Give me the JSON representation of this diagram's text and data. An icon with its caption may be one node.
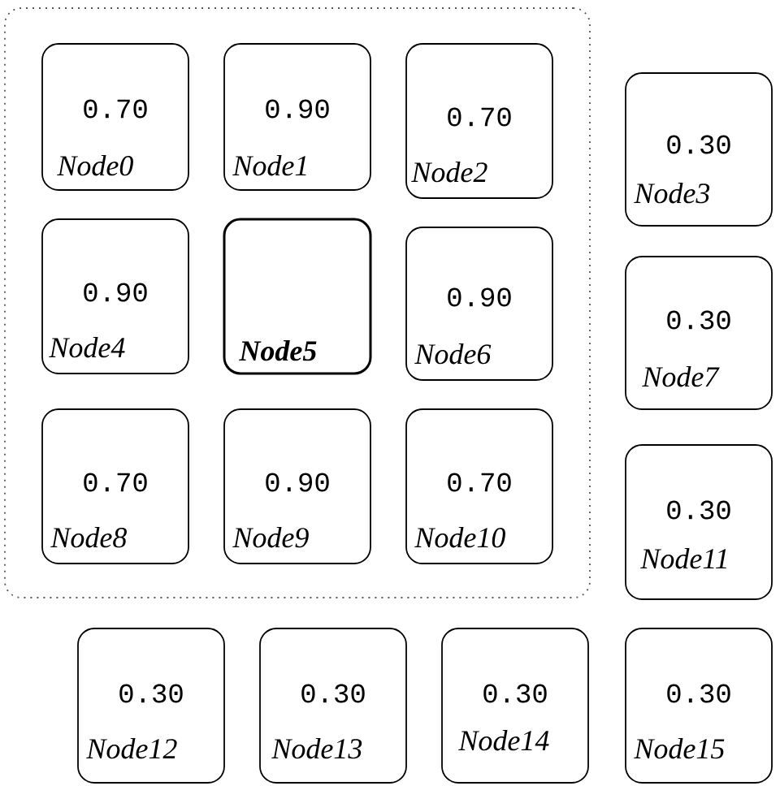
{
  "diagram": {
    "nodes": [
      {
        "text": [],
        "shape": "box"
      },
      {
        "text": [
          "0.70",
          "Node0"
        ],
        "in": 0
      },
      {
        "text": [
          "0.90",
          "Node1"
        ],
        "in": 0
      },
      {
        "text": [
          "0.70",
          "Node2"
        ],
        "in": 0
      },
      {
        "text": [
          "0.30",
          "Node3"
        ]
      },
      {
        "text": [
          "0.90",
          "Node4"
        ],
        "in": 0
      },
      {
        "text": [
          "Node5"
        ],
        "in": 0
      },
      {
        "text": [
          "0.90",
          "Node6"
        ],
        "in": 0
      },
      {
        "text": [
          "0.30",
          "Node7"
        ]
      },
      {
        "text": [
          "0.70",
          "Node8"
        ],
        "in": 0
      },
      {
        "text": [
          "0.90",
          "Node9"
        ],
        "in": 0
      },
      {
        "text": [
          "0.70",
          "Node10"
        ],
        "in": 0
      },
      {
        "text": [
          "0.30",
          "Node11"
        ]
      },
      {
        "text": [
          "0.30",
          "Node12"
        ]
      },
      {
        "text": [
          "0.30",
          "Node13"
        ]
      },
      {
        "text": [
          "0.30",
          "Node14"
        ]
      },
      {
        "text": [
          "0.30",
          "Node15"
        ]
      }
    ]
  }
}
